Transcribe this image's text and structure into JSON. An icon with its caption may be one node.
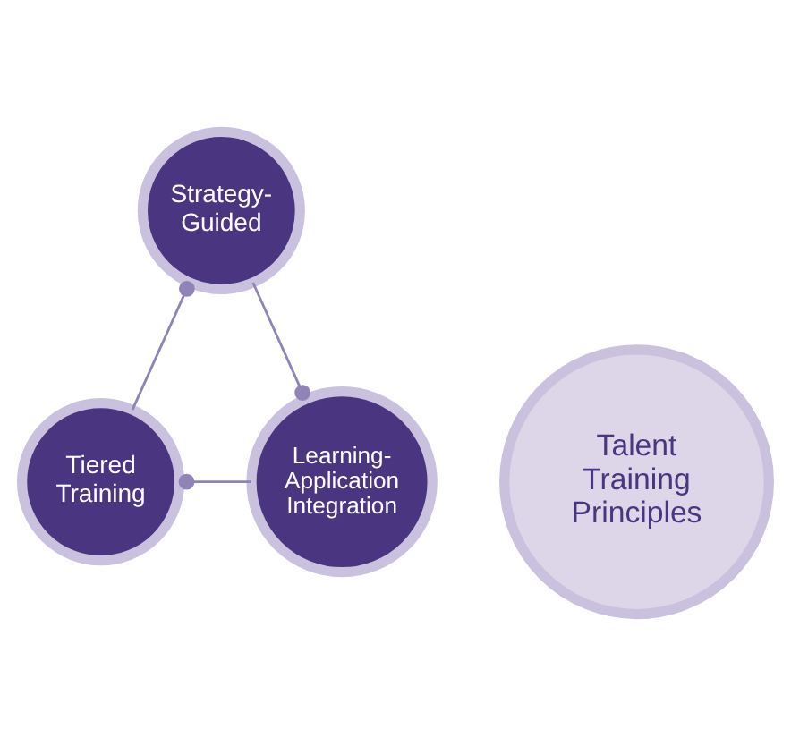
{
  "diagram": {
    "nodes": [
      {
        "text": [
          "Strategy- Guided"
        ]
      },
      {
        "text": [
          "Talent Training Principles"
        ]
      },
      {
        "text": [
          "Learning- Application Integration"
        ]
      },
      {
        "text": [
          "Tiered Training"
        ]
      }
    ],
    "edges": [
      {
        "from": 0,
        "to": 3,
        "arrow": "other"
      },
      {
        "from": 3,
        "to": 2,
        "arrow": "other"
      },
      {
        "from": 2,
        "to": 0,
        "arrow": "other"
      }
    ]
  }
}
